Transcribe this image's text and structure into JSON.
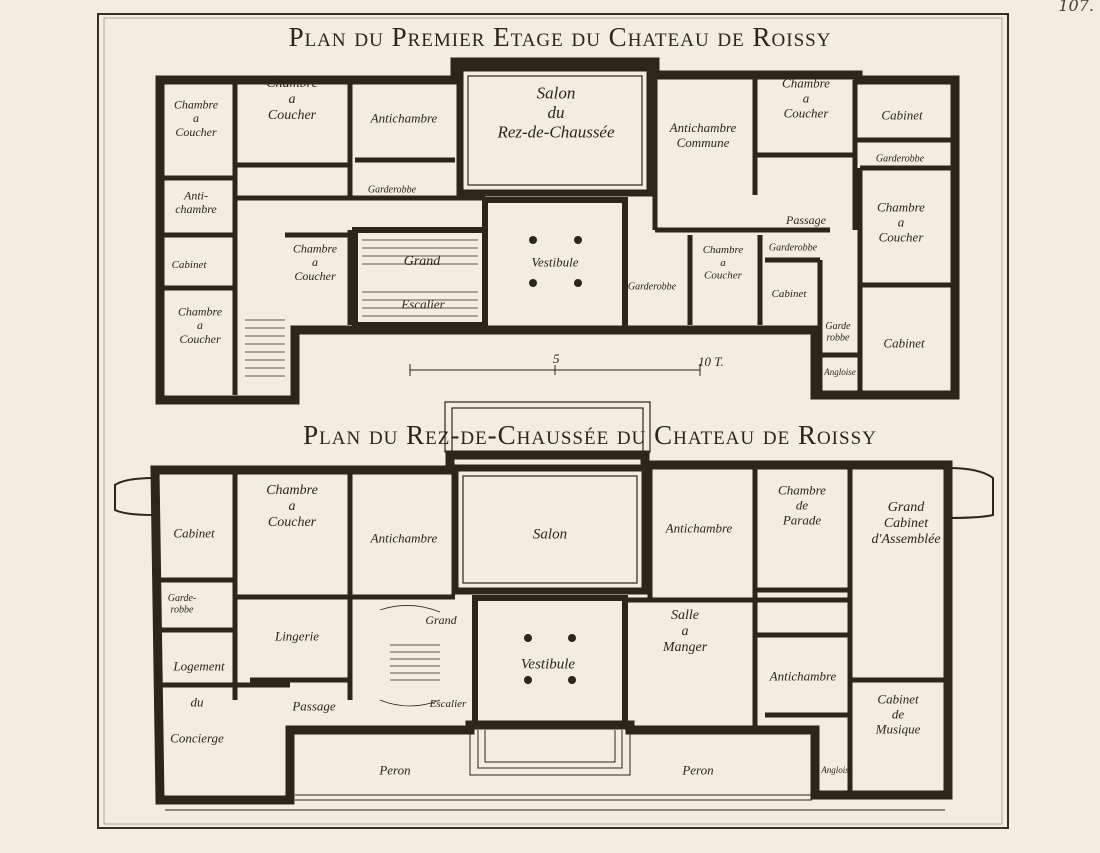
{
  "page_number": "107.",
  "upper_plan": {
    "title": "Plan du Premier Etage du Chateau de Roissy",
    "scale_marks": [
      "5",
      "10 T."
    ],
    "rooms": [
      {
        "key": "u1",
        "lines": [
          "Chambre",
          "a",
          "Coucher"
        ]
      },
      {
        "key": "u2",
        "lines": [
          "Chambre",
          "a",
          "Coucher"
        ]
      },
      {
        "key": "u3",
        "lines": [
          "Antichambre"
        ]
      },
      {
        "key": "u4",
        "lines": [
          "Salon",
          "du",
          "Rez-de-Chaussée"
        ]
      },
      {
        "key": "u5",
        "lines": [
          "Antichambre",
          "Commune"
        ]
      },
      {
        "key": "u6",
        "lines": [
          "Chambre",
          "a",
          "Coucher"
        ]
      },
      {
        "key": "u7",
        "lines": [
          "Cabinet"
        ]
      },
      {
        "key": "u8",
        "lines": [
          "Garderobbe"
        ]
      },
      {
        "key": "u9",
        "lines": [
          "Anti-",
          "chambre"
        ]
      },
      {
        "key": "u10",
        "lines": [
          "Garderobbe"
        ]
      },
      {
        "key": "u11",
        "lines": [
          "Passage"
        ]
      },
      {
        "key": "u12",
        "lines": [
          "Chambre",
          "a",
          "Coucher"
        ]
      },
      {
        "key": "u13",
        "lines": [
          "Cabinet"
        ]
      },
      {
        "key": "u14",
        "lines": [
          "Grand"
        ]
      },
      {
        "key": "u15",
        "lines": [
          "Vestibule"
        ]
      },
      {
        "key": "u16",
        "lines": [
          "Chambre",
          "a",
          "Coucher"
        ]
      },
      {
        "key": "u17",
        "lines": [
          "Garderobbe"
        ]
      },
      {
        "key": "u18",
        "lines": [
          "Chambre",
          "a",
          "Coucher"
        ]
      },
      {
        "key": "u19",
        "lines": [
          "Garderobbe"
        ]
      },
      {
        "key": "u20",
        "lines": [
          "Cabinet"
        ]
      },
      {
        "key": "u21",
        "lines": [
          "Escalier"
        ]
      },
      {
        "key": "u22",
        "lines": [
          "Chambre",
          "a",
          "Coucher"
        ]
      },
      {
        "key": "u23",
        "lines": [
          "Garde",
          "robbe"
        ]
      },
      {
        "key": "u24",
        "lines": [
          "Cabinet"
        ]
      },
      {
        "key": "u25",
        "lines": [
          "Angloise"
        ]
      }
    ]
  },
  "lower_plan": {
    "title": "Plan du Rez-de-Chaussée du Chateau de Roissy",
    "rooms": [
      {
        "key": "l1",
        "lines": [
          "Cabinet"
        ]
      },
      {
        "key": "l2",
        "lines": [
          "Chambre",
          "a",
          "Coucher"
        ]
      },
      {
        "key": "l3",
        "lines": [
          "Antichambre"
        ]
      },
      {
        "key": "l4",
        "lines": [
          "Salon"
        ]
      },
      {
        "key": "l5",
        "lines": [
          "Antichambre"
        ]
      },
      {
        "key": "l6",
        "lines": [
          "Chambre",
          "de",
          "Parade"
        ]
      },
      {
        "key": "l7",
        "lines": [
          "Grand",
          "Cabinet",
          "d'Assemblée"
        ]
      },
      {
        "key": "l8",
        "lines": [
          "Garde-",
          "robbe"
        ]
      },
      {
        "key": "l9",
        "lines": [
          "Lingerie"
        ]
      },
      {
        "key": "l10",
        "lines": [
          "Grand"
        ]
      },
      {
        "key": "l11",
        "lines": [
          "Vestibule"
        ]
      },
      {
        "key": "l12",
        "lines": [
          "Salle",
          "a",
          "Manger"
        ]
      },
      {
        "key": "l13",
        "lines": [
          "Logement"
        ]
      },
      {
        "key": "l14",
        "lines": [
          "Antichambre"
        ]
      },
      {
        "key": "l15",
        "lines": [
          "du"
        ]
      },
      {
        "key": "l16",
        "lines": [
          "Passage"
        ]
      },
      {
        "key": "l17",
        "lines": [
          "Escalier"
        ]
      },
      {
        "key": "l18",
        "lines": [
          "Concierge"
        ]
      },
      {
        "key": "l19",
        "lines": [
          "Cabinet",
          "de",
          "Musique"
        ]
      },
      {
        "key": "l20",
        "lines": [
          "Peron"
        ]
      },
      {
        "key": "l21",
        "lines": [
          "Peron"
        ]
      },
      {
        "key": "l22",
        "lines": [
          "Angloise"
        ]
      }
    ]
  }
}
